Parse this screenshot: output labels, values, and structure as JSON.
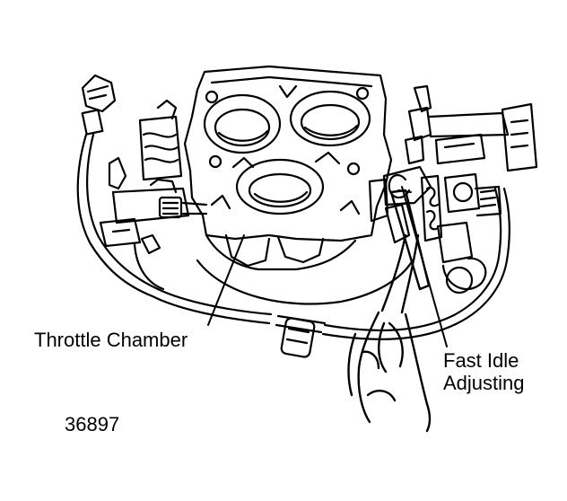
{
  "labels": {
    "throttle_chamber": "Throttle Chamber",
    "fast_idle_line1": "Fast Idle",
    "fast_idle_line2": "Adjusting"
  },
  "figure_number": "36897",
  "colors": {
    "ink": "#000000",
    "paper": "#ffffff"
  }
}
